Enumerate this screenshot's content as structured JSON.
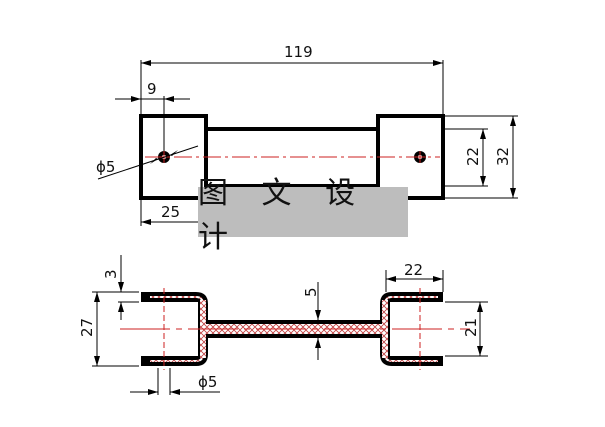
{
  "drawing": {
    "type": "engineering drawing",
    "views": [
      "top-view",
      "front-section-view"
    ],
    "colors": {
      "outline": "#000000",
      "centerline": "#cc2222",
      "hatch": "#c04040",
      "watermark_bg": "#bdbdbd"
    }
  },
  "top_view": {
    "dimensions": {
      "overall_length": "119",
      "hole_offset": "9",
      "hole_diameter": "ϕ5",
      "end_block_length": "25",
      "inner_width": "22",
      "outer_width": "32"
    }
  },
  "front_view": {
    "dimensions": {
      "wall_thickness": "3",
      "outer_height": "27",
      "hole_diameter": "ϕ5",
      "web_thickness": "5",
      "channel_depth": "22",
      "inner_height": "21"
    }
  },
  "watermark": {
    "text": "图 文 设 计"
  }
}
